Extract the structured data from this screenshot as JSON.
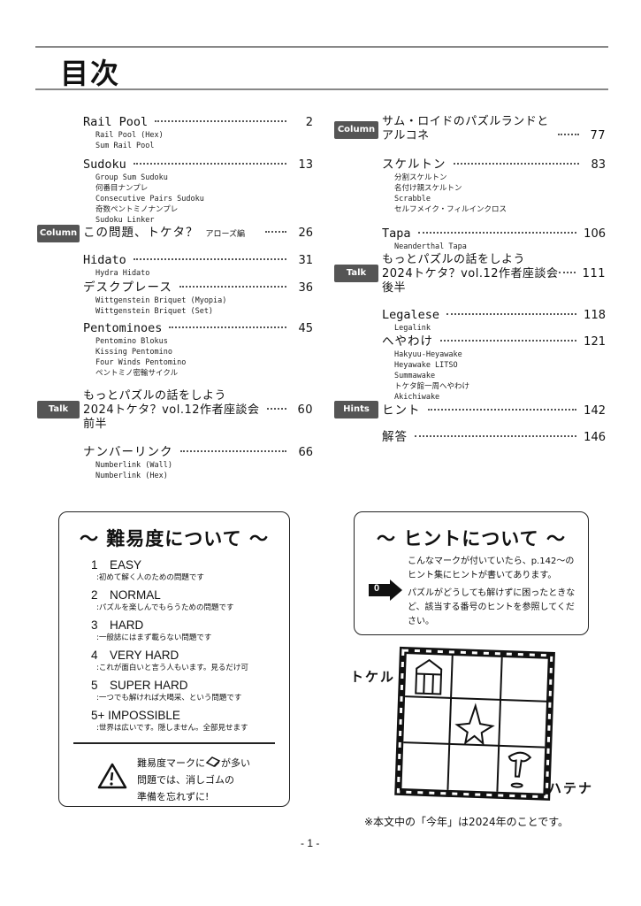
{
  "page": {
    "title": "目次",
    "page_number": "- 1 -",
    "footnote": "※本文中の「今年」は2024年のことです。"
  },
  "toc_left": [
    {
      "title": "Rail Pool",
      "page": "2",
      "subs": [
        "Rail Pool (Hex)",
        "Sum Rail Pool"
      ]
    },
    {
      "title": "Sudoku",
      "page": "13",
      "subs": [
        "Group Sum Sudoku",
        "何番目ナンプレ",
        "Consecutive Pairs Sudoku",
        "奇数ペントミノナンプレ",
        "Sudoku Linker"
      ]
    },
    {
      "tag": "Column",
      "title": "この問題、トケタ？",
      "suffix": "アローズ編",
      "page": "26",
      "subs": []
    },
    {
      "title": "Hidato",
      "page": "31",
      "subs": [
        "Hydra Hidato"
      ]
    },
    {
      "title": "デスクプレース",
      "page": "36",
      "subs": [
        "Wittgenstein Briquet (Myopia)",
        "Wittgenstein Briquet (Set)"
      ]
    },
    {
      "title": "Pentominoes",
      "page": "45",
      "subs": [
        "Pentomino Blokus",
        "Kissing Pentomino",
        "Four Winds Pentomino",
        "ペントミノ密輸サイクル"
      ]
    },
    {
      "tag": "Talk",
      "lines": [
        "もっとパズルの話をしよう",
        "2024トケタ？vol.12作者座談会",
        "前半"
      ],
      "page": "60"
    },
    {
      "title": "ナンバーリンク",
      "page": "66",
      "subs": [
        "Numberlink (Wall)",
        "Numberlink (Hex)"
      ]
    }
  ],
  "toc_right": [
    {
      "tag": "Column",
      "lines": [
        "サム・ロイドのパズルランドと",
        "アルコネ"
      ],
      "page": "77"
    },
    {
      "title": "スケルトン",
      "page": "83",
      "subs": [
        "分割スケルトン",
        "名付け親スケルトン",
        "Scrabble",
        "セルフメイク・フィルインクロス"
      ]
    },
    {
      "title": "Tapa",
      "page": "106",
      "subs": [
        "Neanderthal Tapa"
      ]
    },
    {
      "tag": "Talk",
      "lines": [
        "もっとパズルの話をしよう",
        "2024トケタ？vol.12作者座談会",
        "後半"
      ],
      "page": "111"
    },
    {
      "title": "Legalese",
      "page": "118",
      "subs": [
        "Legalink"
      ]
    },
    {
      "title": "へやわけ",
      "page": "121",
      "subs": [
        "Hakyuu-Heyawake",
        "Heyawake LITSO",
        "Summawake",
        "トケタ館一周へやわけ",
        "Akichiwake"
      ]
    },
    {
      "tag": "Hints",
      "title": "ヒント",
      "page": "142",
      "subs": []
    },
    {
      "title": "解答",
      "page": "146",
      "subs": []
    }
  ],
  "difficulty_box": {
    "heading": "～ 難易度について ～",
    "levels": [
      {
        "name": "1　EASY",
        "desc": ":初めて解く人のための問題です"
      },
      {
        "name": "2　NORMAL",
        "desc": ":パズルを楽しんでもらうための問題です"
      },
      {
        "name": "3　HARD",
        "desc": ":一般誌にはまず載らない問題です"
      },
      {
        "name": "4　VERY HARD",
        "desc": ":これが面白いと言う人もいます。見るだけ可"
      },
      {
        "name": "5　SUPER HARD",
        "desc": ":一つでも解ければ大喝采、という問題です"
      },
      {
        "name": "5+ IMPOSSIBLE",
        "desc": ":世界は広いです。隠しません。全部見せます"
      }
    ],
    "warning_lines": [
      "難易度マークに",
      "が多い",
      "問題では、消しゴムの",
      "準備を忘れずに!"
    ]
  },
  "hint_box": {
    "heading": "～ ヒントについて ～",
    "marker": "0",
    "para1": "こんなマークが付いていたら、p.142～のヒント集にヒントが書いてあります。",
    "para2": "パズルがどうしても解けずに困ったときなど、該当する番号のヒントを参照してください。"
  },
  "illustration": {
    "left_label": "トケル",
    "right_label": "ハテナ"
  }
}
